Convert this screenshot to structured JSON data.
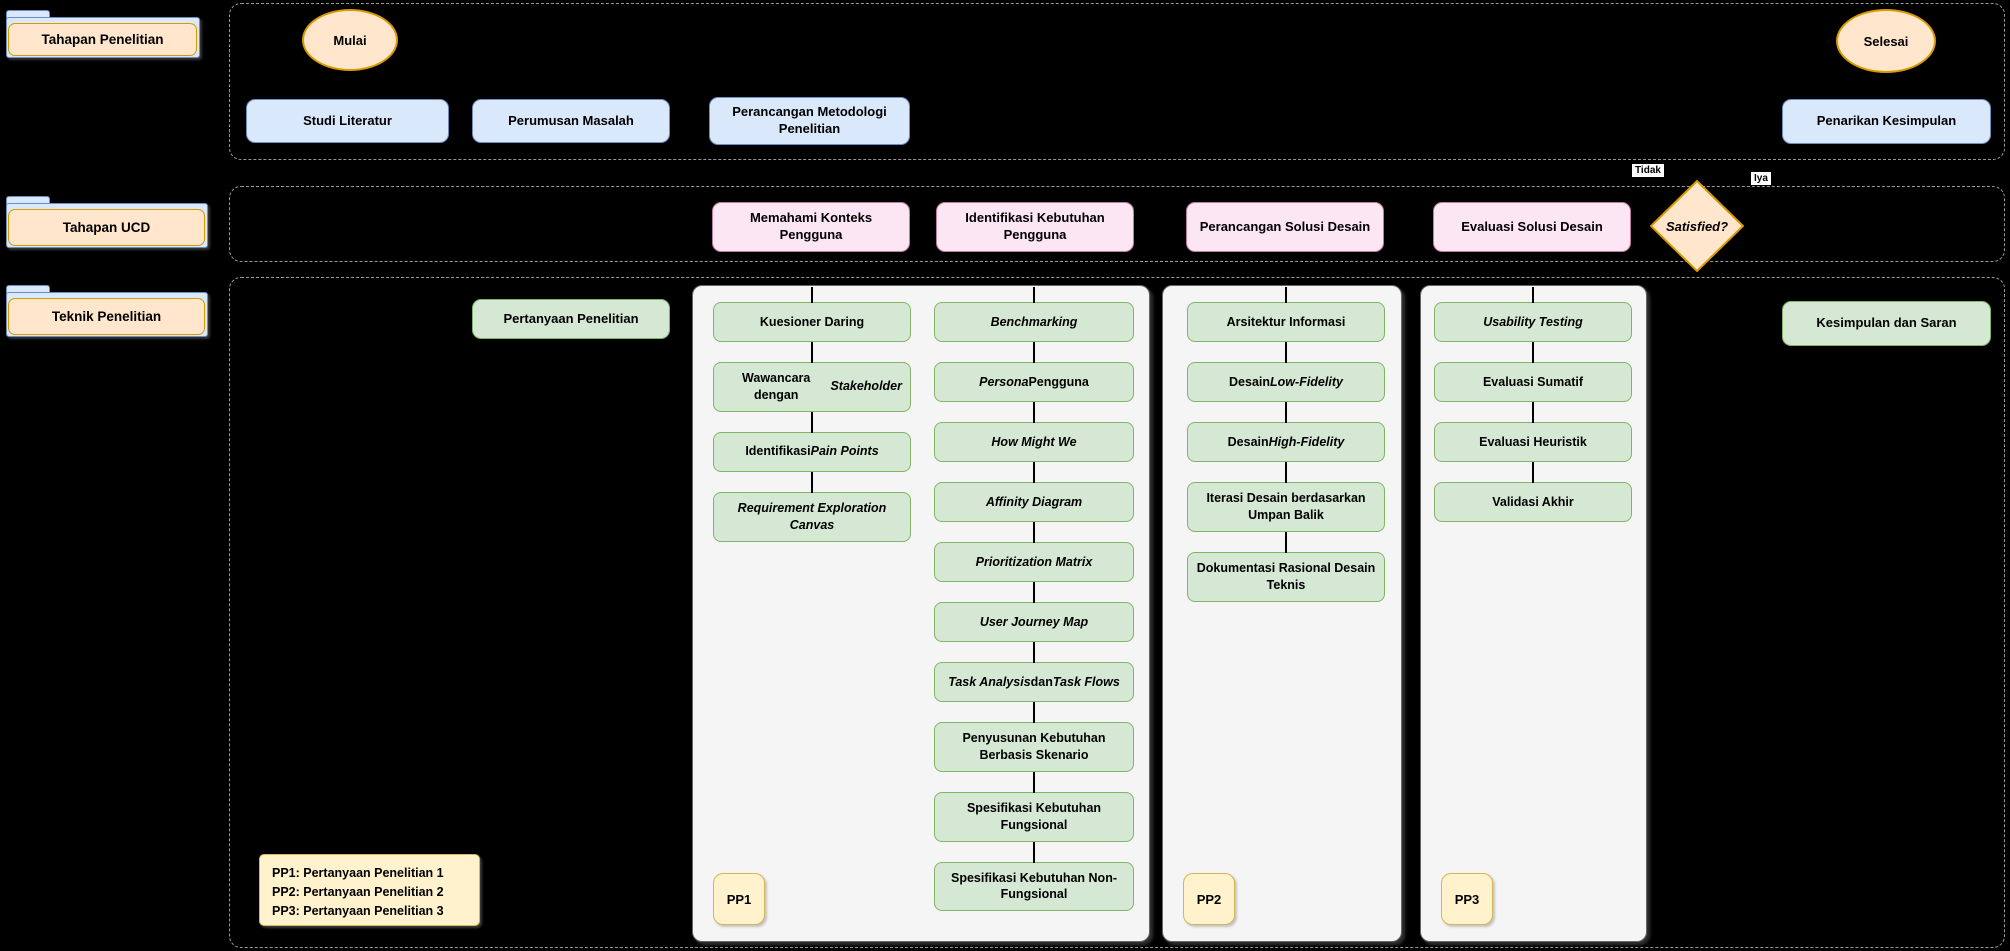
{
  "colors": {
    "background": "#000000",
    "blue_fill": "#dae8fc",
    "blue_stroke": "#6c8ebf",
    "orange_fill": "#ffe6cc",
    "orange_stroke": "#d79b00",
    "pink_fill": "#fce6f3",
    "pink_stroke": "#c27ba0",
    "green_fill": "#d5e8d4",
    "green_stroke": "#82b366",
    "yellow_fill": "#fff2cc",
    "yellow_stroke": "#d6b656",
    "panel_fill": "#f5f5f5",
    "dashed_border": "#9a9a9a"
  },
  "folders": [
    {
      "label": "Tahapan Penelitian"
    },
    {
      "label": "Tahapan UCD"
    },
    {
      "label": "Teknik Penelitian"
    }
  ],
  "top_flow": {
    "start": "Mulai",
    "steps": [
      "Studi Literatur",
      "Perumusan Masalah",
      "Perancangan Metodologi Penelitian",
      "Penarikan Kesimpulan"
    ],
    "end": "Selesai"
  },
  "ucd_flow": {
    "stages": [
      "Memahami Konteks Pengguna",
      "Identifikasi Kebutuhan Pengguna",
      "Perancangan Solusi Desain",
      "Evaluasi Solusi Desain"
    ],
    "decision": {
      "label": "Satisfied?",
      "no_label": "Tidak",
      "yes_label": "Iya"
    }
  },
  "teknik": {
    "research_question_label": "Pertanyaan Penelitian",
    "conclusion_label": "Kesimpulan dan Saran",
    "panels": [
      {
        "badge": "PP1",
        "columns": [
          [
            [
              {
                "t": "Kuesioner Daring"
              }
            ],
            [
              {
                "t": "Wawancara dengan "
              },
              {
                "t": "Stakeholder",
                "i": true
              }
            ],
            [
              {
                "t": "Identifikasi "
              },
              {
                "t": "Pain Points",
                "i": true
              }
            ],
            [
              {
                "t": "Requirement Exploration Canvas",
                "i": true
              }
            ]
          ],
          [
            [
              {
                "t": "Benchmarking",
                "i": true
              }
            ],
            [
              {
                "t": "Persona",
                "i": true
              },
              {
                "t": " Pengguna"
              }
            ],
            [
              {
                "t": "How Might We",
                "i": true
              }
            ],
            [
              {
                "t": "Affinity Diagram",
                "i": true
              }
            ],
            [
              {
                "t": "Prioritization Matrix",
                "i": true
              }
            ],
            [
              {
                "t": "User Journey Map",
                "i": true
              }
            ],
            [
              {
                "t": "Task Analysis",
                "i": true
              },
              {
                "t": " dan "
              },
              {
                "t": "Task Flows",
                "i": true
              }
            ],
            [
              {
                "t": "Penyusunan Kebutuhan Berbasis Skenario"
              }
            ],
            [
              {
                "t": "Spesifikasi Kebutuhan Fungsional"
              }
            ],
            [
              {
                "t": "Spesifikasi Kebutuhan Non-Fungsional"
              }
            ]
          ]
        ]
      },
      {
        "badge": "PP2",
        "columns": [
          [
            [
              {
                "t": "Arsitektur Informasi"
              }
            ],
            [
              {
                "t": "Desain "
              },
              {
                "t": "Low-Fidelity",
                "i": true
              }
            ],
            [
              {
                "t": "Desain "
              },
              {
                "t": "High-Fidelity",
                "i": true
              }
            ],
            [
              {
                "t": "Iterasi Desain berdasarkan Umpan Balik"
              }
            ],
            [
              {
                "t": "Dokumentasi Rasional Desain Teknis"
              }
            ]
          ]
        ]
      },
      {
        "badge": "PP3",
        "columns": [
          [
            [
              {
                "t": "Usability Testing",
                "i": true
              }
            ],
            [
              {
                "t": "Evaluasi Sumatif"
              }
            ],
            [
              {
                "t": "Evaluasi Heuristik"
              }
            ],
            [
              {
                "t": "Validasi Akhir"
              }
            ]
          ]
        ]
      }
    ],
    "legend": [
      "PP1: Pertanyaan Penelitian 1",
      "PP2: Pertanyaan Penelitian 2",
      "PP3: Pertanyaan Penelitian 3"
    ]
  }
}
